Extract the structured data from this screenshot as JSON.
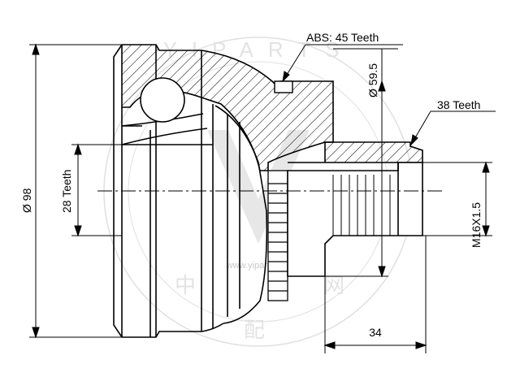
{
  "diagram": {
    "abs_label": "ABS: 45 Teeth",
    "outer_teeth_label": "38 Teeth",
    "inner_teeth_label": "28 Teeth",
    "diameter_outer_label": "Ø 98",
    "diameter_seal_label": "Ø 59.5",
    "thread_label": "M16X1.5",
    "length_label": "34"
  },
  "watermark": {
    "text": "www.yiparts.com",
    "ring_text": "YIPARTS",
    "cjk_chars": [
      "中",
      "配",
      "网"
    ]
  },
  "colors": {
    "line": "#000000",
    "hatch": "#000000",
    "watermark": "#bdbdbd"
  }
}
